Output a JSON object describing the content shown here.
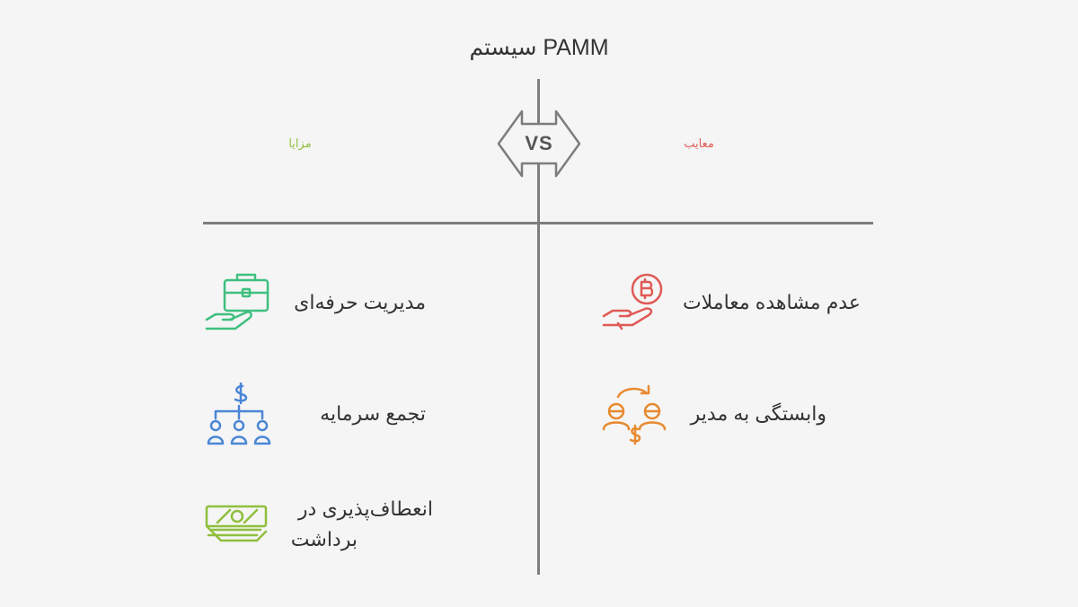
{
  "title": "PAMM سیستم",
  "vs_label": "VS",
  "pros": {
    "heading": "مزایا",
    "color": "#8fbf3d",
    "items": [
      {
        "label": "مدیریت حرفه‌ای",
        "icon": "hand-briefcase-icon",
        "color": "#3fbf7f"
      },
      {
        "label": "تجمع سرمایه",
        "icon": "funding-hierarchy-icon",
        "color": "#4a86d6"
      },
      {
        "label_line1": "انعطاف‌پذیری در",
        "label_line2": "برداشت",
        "icon": "money-bills-icon",
        "color": "#8fbf3d"
      }
    ]
  },
  "cons": {
    "heading": "معایب",
    "color": "#e05a55",
    "items": [
      {
        "label": "عدم مشاهده معاملات",
        "icon": "hand-bitcoin-icon",
        "color": "#e05a55"
      },
      {
        "label": "وابستگی به مدیر",
        "icon": "exchange-people-icon",
        "color": "#e8892e"
      }
    ]
  }
}
